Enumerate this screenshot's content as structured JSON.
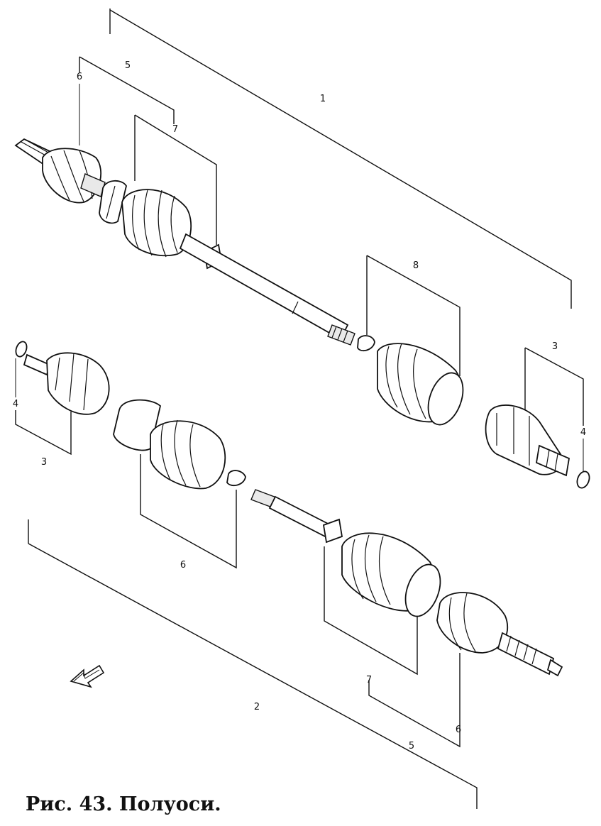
{
  "caption": "Рис. 43. Полуоси.",
  "callouts": {
    "c1": "1",
    "c2": "2",
    "c3_left": "3",
    "c3_right": "3",
    "c4_left": "4",
    "c4_right": "4",
    "c5_top": "5",
    "c5_bottom": "5",
    "c6_top": "6",
    "c6_mid": "6",
    "c6_bottom": "6",
    "c7_top": "7",
    "c7_bottom": "7",
    "c8": "8"
  },
  "icons": {
    "direction_arrow": "front-direction-arrow-icon"
  }
}
